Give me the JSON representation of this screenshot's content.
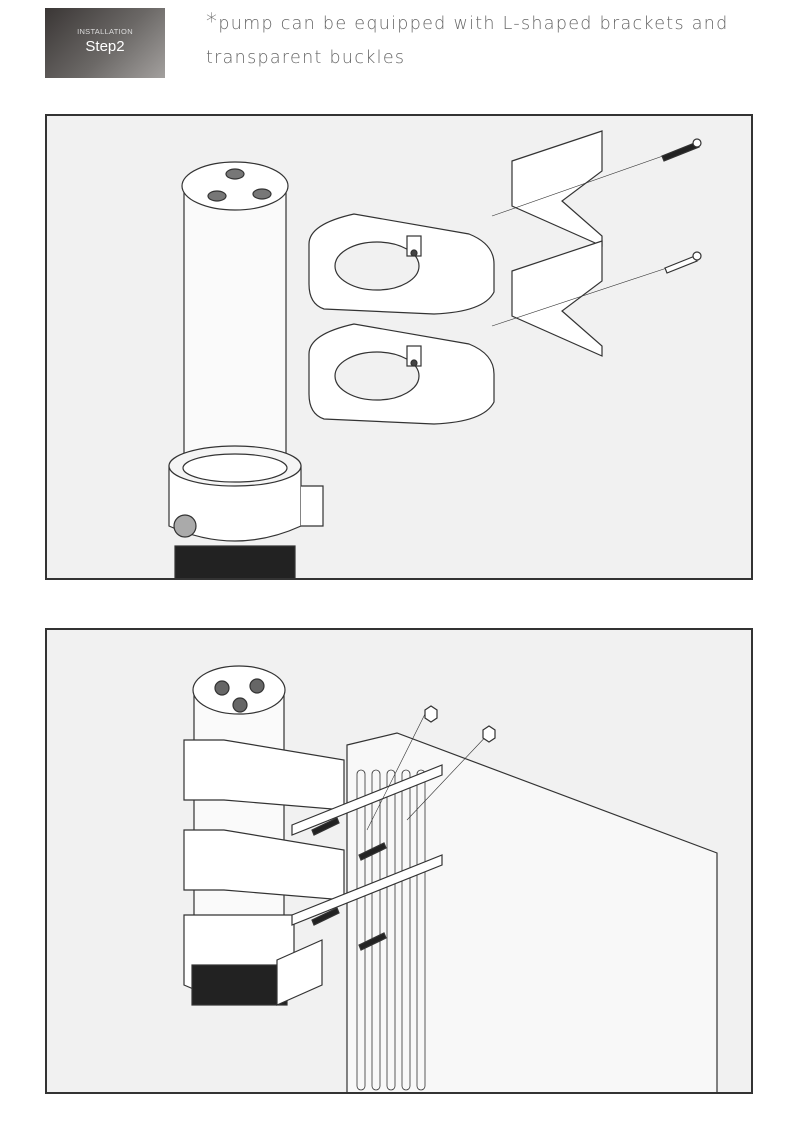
{
  "header": {
    "badge_small": "INSTALLATION",
    "badge_big": "Step2",
    "note_star": "*",
    "note_text": "pump can be equipped with L-shaped brackets and transparent buckles"
  },
  "figures": [
    {
      "name": "exploded-view"
    },
    {
      "name": "assembled-view"
    }
  ]
}
